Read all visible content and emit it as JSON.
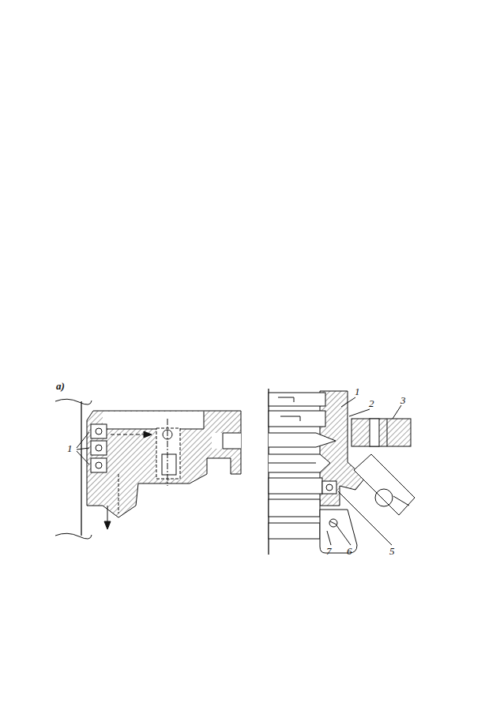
{
  "diagram": {
    "labels": [
      "a)",
      "1",
      "1",
      "2",
      "3",
      "7",
      "6",
      "5"
    ]
  }
}
